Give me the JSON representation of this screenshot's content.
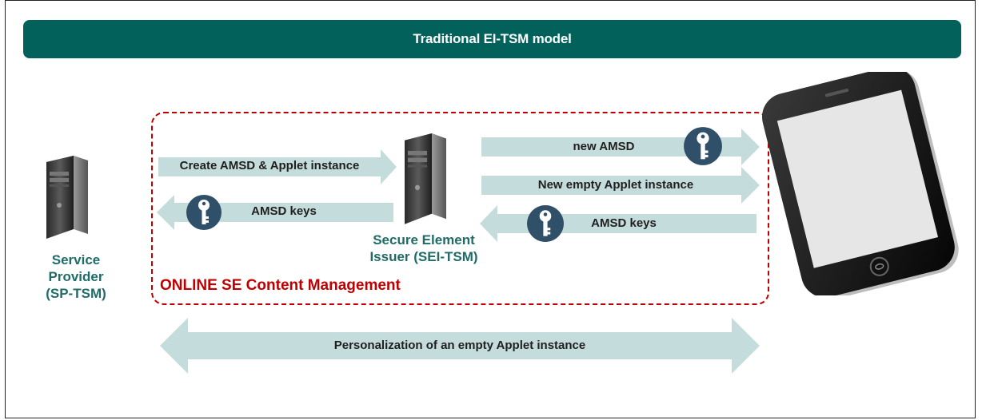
{
  "banner": {
    "title": "Traditional EI-TSM model"
  },
  "nodes": {
    "sp": {
      "label_lines": [
        "Service",
        "Provider",
        "(SP-TSM)"
      ]
    },
    "sei": {
      "label_lines": [
        "Secure Element",
        "Issuer (SEI-TSM)"
      ]
    }
  },
  "region": {
    "label": "ONLINE SE Content Management"
  },
  "arrows": {
    "create": "Create AMSD & Applet instance",
    "amsd_keys_left": "AMSD keys",
    "new_amsd": "new AMSD",
    "new_empty_applet": "New empty Applet instance",
    "amsd_keys_right": "AMSD keys",
    "personalization": "Personalization of an empty Applet instance"
  },
  "colors": {
    "banner": "#03615c",
    "arrow": "#c5dcdc",
    "node_text": "#1f6b68",
    "region": "#c00000",
    "key_circle": "#2f5068"
  },
  "icons": [
    "server-icon",
    "smartphone-icon",
    "key-icon"
  ]
}
